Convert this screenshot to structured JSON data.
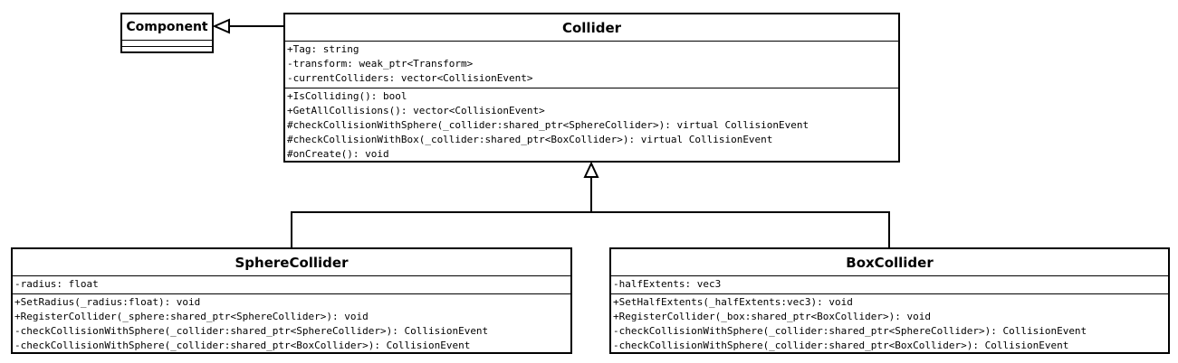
{
  "classes": {
    "component": {
      "name": "Component",
      "attributes": [],
      "methods": []
    },
    "collider": {
      "name": "Collider",
      "attributes": [
        "+Tag: string",
        "-transform: weak_ptr<Transform>",
        "-currentColliders: vector<CollisionEvent>"
      ],
      "methods": [
        "+IsColliding(): bool",
        "+GetAllCollisions(): vector<CollisionEvent>",
        "#checkCollisionWithSphere(_collider:shared_ptr<SphereCollider>): virtual CollisionEvent",
        "#checkCollisionWithBox(_collider:shared_ptr<BoxCollider>): virtual CollisionEvent",
        "#onCreate(): void"
      ]
    },
    "sphere": {
      "name": "SphereCollider",
      "attributes": [
        "-radius: float"
      ],
      "methods": [
        "+SetRadius(_radius:float): void",
        "+RegisterCollider(_sphere:shared_ptr<SphereCollider>): void",
        "-checkCollisionWithSphere(_collider:shared_ptr<SphereCollider>): CollisionEvent",
        "-checkCollisionWithSphere(_collider:shared_ptr<BoxCollider>): CollisionEvent"
      ]
    },
    "box": {
      "name": "BoxCollider",
      "attributes": [
        "-halfExtents: vec3"
      ],
      "methods": [
        "+SetHalfExtents(_halfExtents:vec3): void",
        "+RegisterCollider(_box:shared_ptr<BoxCollider>): void",
        "-checkCollisionWithSphere(_collider:shared_ptr<SphereCollider>): CollisionEvent",
        "-checkCollisionWithSphere(_collider:shared_ptr<BoxCollider>): CollisionEvent"
      ]
    }
  },
  "relations": [
    {
      "from": "collider",
      "to": "component",
      "type": "generalization"
    },
    {
      "from": "sphere",
      "to": "collider",
      "type": "generalization"
    },
    {
      "from": "box",
      "to": "collider",
      "type": "generalization"
    }
  ]
}
